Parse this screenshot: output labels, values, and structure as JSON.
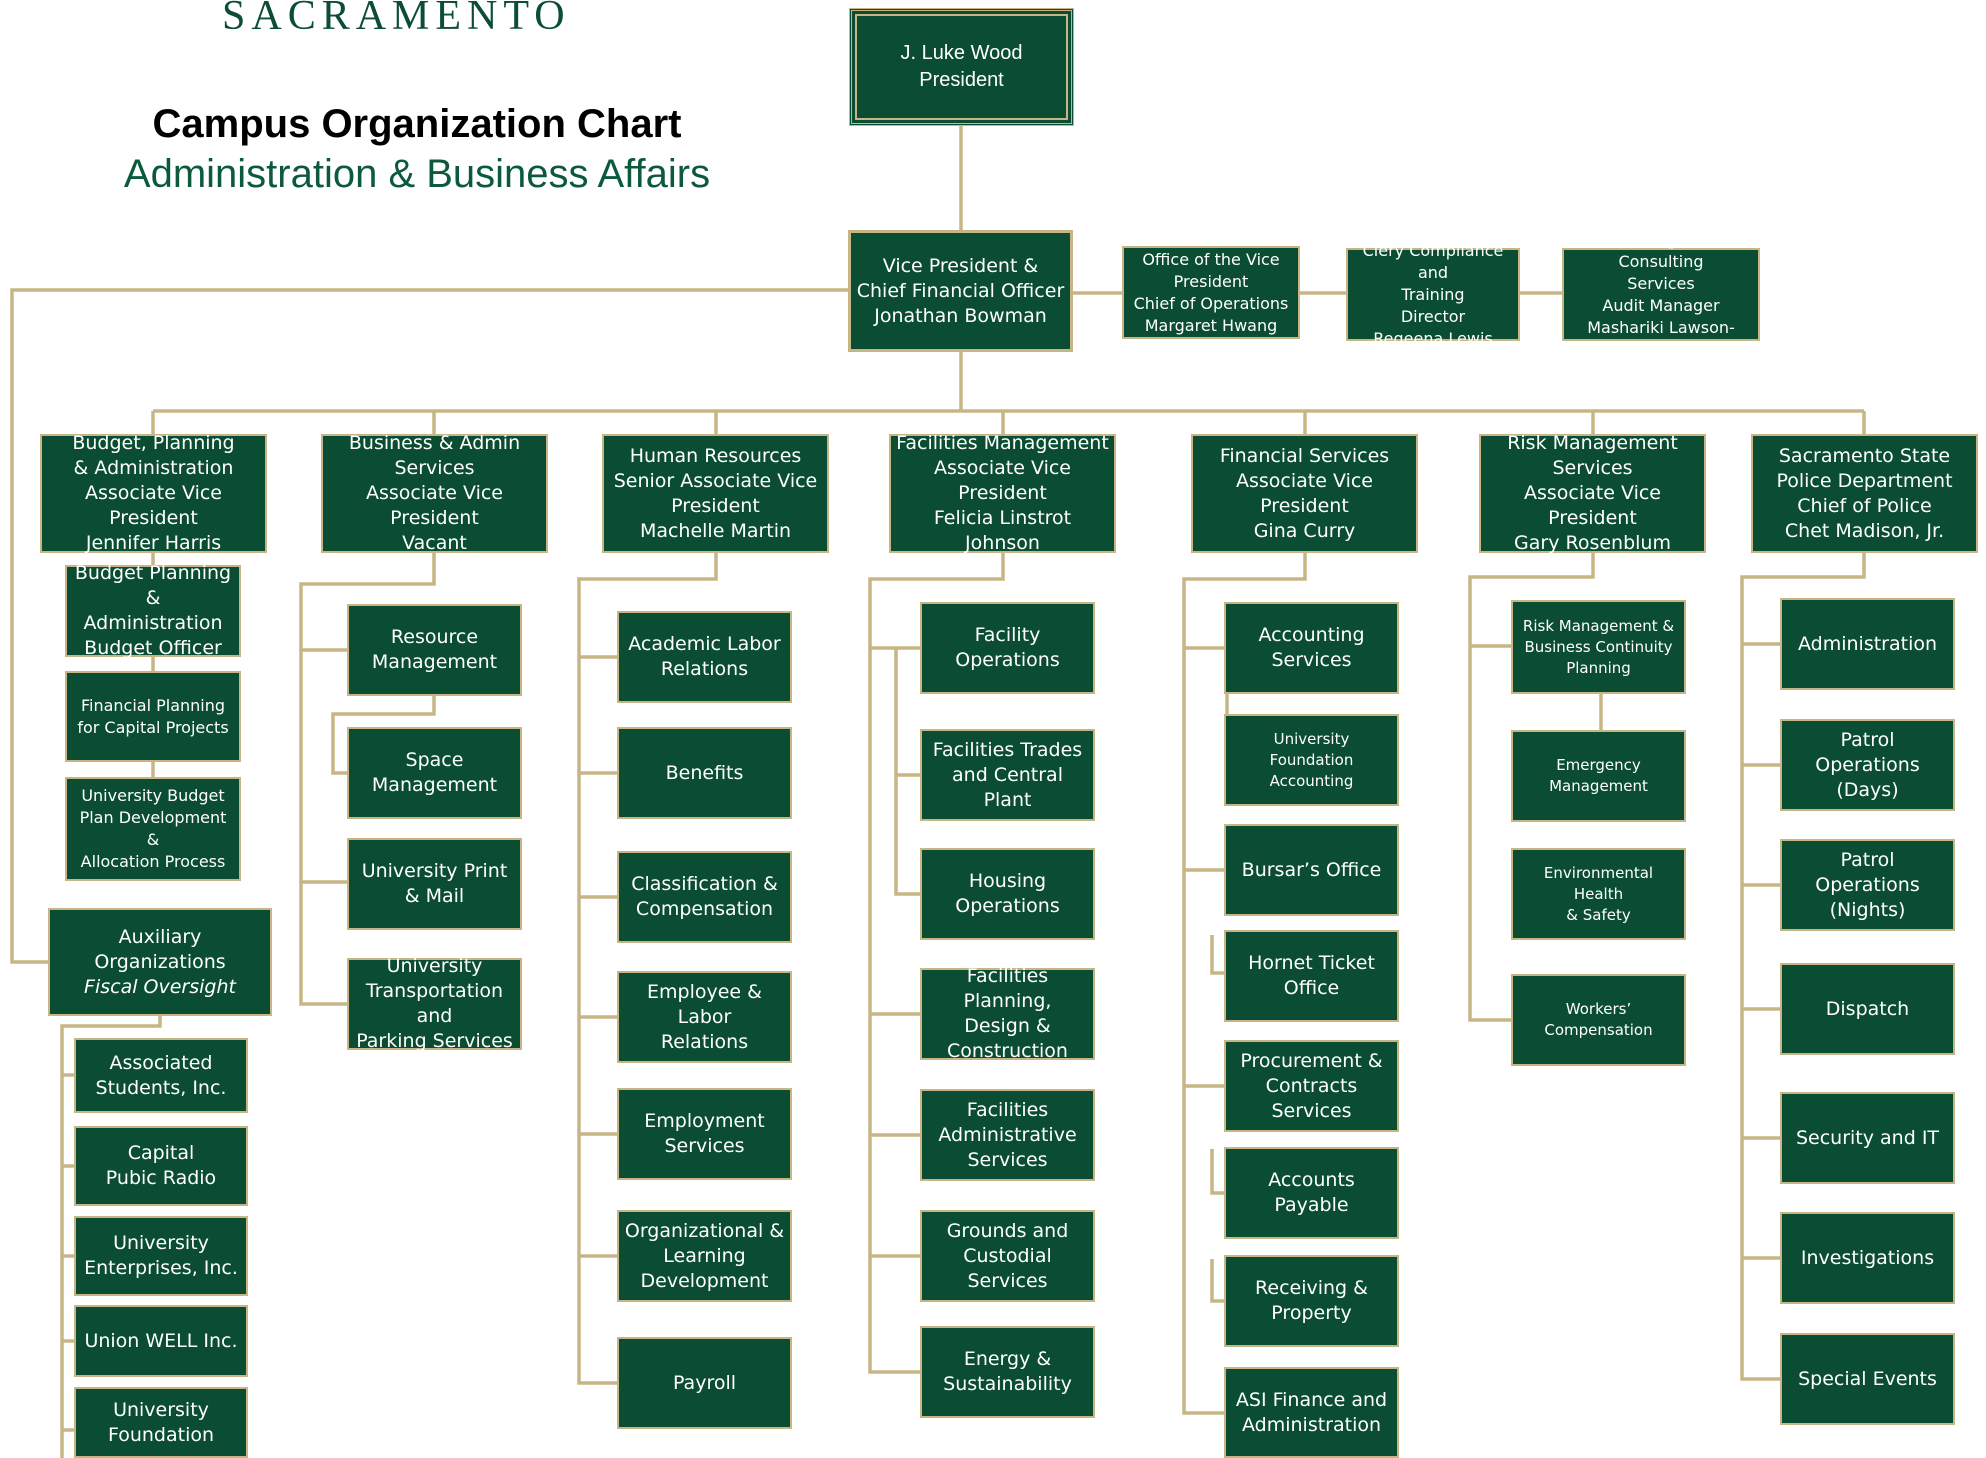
{
  "header": {
    "logo_text": "SACRAMENTO",
    "title": "Campus Organization Chart",
    "subtitle": "Administration & Business Affairs"
  },
  "colors": {
    "box_fill": "#0a4d33",
    "connector": "#c7b586",
    "subtitle": "#0b5a3c"
  },
  "president": {
    "name": "J. Luke Wood",
    "title": "President"
  },
  "vp": {
    "title1": "Vice President &",
    "title2": "Chief Financial Officer",
    "name": "Jonathan Bowman"
  },
  "vp_staff": {
    "office": {
      "l1": "Office of the Vice",
      "l2": "President",
      "l3": "Chief of Operations",
      "l4": "Margaret Hwang"
    },
    "clery": {
      "l1": "Clery Compliance and",
      "l2": "Training",
      "l3": "Director",
      "l4": "Regeena Lewis"
    },
    "audit": {
      "l1": "Auditing and Consulting",
      "l2": "Services",
      "l3": "Audit Manager",
      "l4": "Mashariki Lawson-Cook"
    }
  },
  "divisions": {
    "budget": {
      "l1": "Budget, Planning",
      "l2": "& Administration",
      "l3": "Associate Vice President",
      "l4": "Jennifer Harris"
    },
    "business": {
      "l1": "Business & Admin",
      "l2": "Services",
      "l3": "Associate Vice President",
      "l4": "Vacant"
    },
    "hr": {
      "l1": "Human Resources",
      "l2": "Senior Associate Vice",
      "l3": "President",
      "l4": "Machelle Martin"
    },
    "facilities": {
      "l1": "Facilities Management",
      "l2": "Associate Vice President",
      "l3": "Felicia Linstrot Johnson"
    },
    "financial": {
      "l1": "Financial Services",
      "l2": "Associate Vice President",
      "l3": "Gina Curry"
    },
    "risk": {
      "l1": "Risk Management",
      "l2": "Services",
      "l3": "Associate Vice President",
      "l4": "Gary Rosenblum"
    },
    "police": {
      "l1": "Sacramento State",
      "l2": "Police Department",
      "l3": "Chief of Police",
      "l4": "Chet Madison, Jr."
    }
  },
  "budget_units": {
    "officer": {
      "l1": "Budget Planning &",
      "l2": "Administration",
      "l3": "Budget Officer"
    },
    "capital": {
      "l1": "Financial Planning",
      "l2": "for Capital Projects"
    },
    "plan": {
      "l1": "University Budget",
      "l2": "Plan Development &",
      "l3": "Allocation Process"
    }
  },
  "auxiliary": {
    "head": {
      "l1": "Auxiliary Organizations",
      "l2": "Fiscal Oversight"
    },
    "units": [
      {
        "l1": "Associated",
        "l2": "Students, Inc."
      },
      {
        "l1": "Capital",
        "l2": "Pubic Radio"
      },
      {
        "l1": "University",
        "l2": "Enterprises, Inc."
      },
      {
        "l1": "Union WELL Inc."
      },
      {
        "l1": "University",
        "l2": "Foundation"
      }
    ]
  },
  "business_units": [
    {
      "l1": "Resource",
      "l2": "Management"
    },
    {
      "l1": "Space",
      "l2": "Management"
    },
    {
      "l1": "University Print",
      "l2": "& Mail"
    },
    {
      "l1": "University",
      "l2": "Transportation and",
      "l3": "Parking Services"
    }
  ],
  "hr_units": [
    {
      "l1": "Academic Labor",
      "l2": "Relations"
    },
    {
      "l1": "Benefits"
    },
    {
      "l1": "Classification &",
      "l2": "Compensation"
    },
    {
      "l1": "Employee & Labor",
      "l2": "Relations"
    },
    {
      "l1": "Employment",
      "l2": "Services"
    },
    {
      "l1": "Organizational &",
      "l2": "Learning",
      "l3": "Development"
    },
    {
      "l1": "Payroll"
    }
  ],
  "facilities_units": [
    {
      "l1": "Facility",
      "l2": "Operations"
    },
    {
      "l1": "Facilities Trades",
      "l2": "and Central Plant"
    },
    {
      "l1": "Housing Operations"
    },
    {
      "l1": "Facilities Planning,",
      "l2": "Design &",
      "l3": "Construction"
    },
    {
      "l1": "Facilities",
      "l2": "Administrative",
      "l3": "Services"
    },
    {
      "l1": "Grounds and",
      "l2": "Custodial Services"
    },
    {
      "l1": "Energy &",
      "l2": "Sustainability"
    }
  ],
  "financial_units": [
    {
      "l1": "Accounting",
      "l2": "Services"
    },
    {
      "l1": "University Foundation",
      "l2": "Accounting"
    },
    {
      "l1": "Bursar’s Office"
    },
    {
      "l1": "Hornet Ticket",
      "l2": "Office"
    },
    {
      "l1": "Procurement &",
      "l2": "Contracts Services"
    },
    {
      "l1": "Accounts",
      "l2": "Payable"
    },
    {
      "l1": "Receiving &",
      "l2": "Property"
    },
    {
      "l1": "ASI Finance and",
      "l2": "Administration"
    }
  ],
  "risk_units": [
    {
      "l1": "Risk Management &",
      "l2": "Business Continuity",
      "l3": "Planning"
    },
    {
      "l1": "Emergency",
      "l2": "Management"
    },
    {
      "l1": "Environmental Health",
      "l2": "& Safety"
    },
    {
      "l1": "Workers’",
      "l2": "Compensation"
    }
  ],
  "police_units": [
    {
      "l1": "Administration"
    },
    {
      "l1": "Patrol Operations",
      "l2": "(Days)"
    },
    {
      "l1": "Patrol Operations",
      "l2": "(Nights)"
    },
    {
      "l1": "Dispatch"
    },
    {
      "l1": "Security and IT"
    },
    {
      "l1": "Investigations"
    },
    {
      "l1": "Special Events"
    }
  ]
}
